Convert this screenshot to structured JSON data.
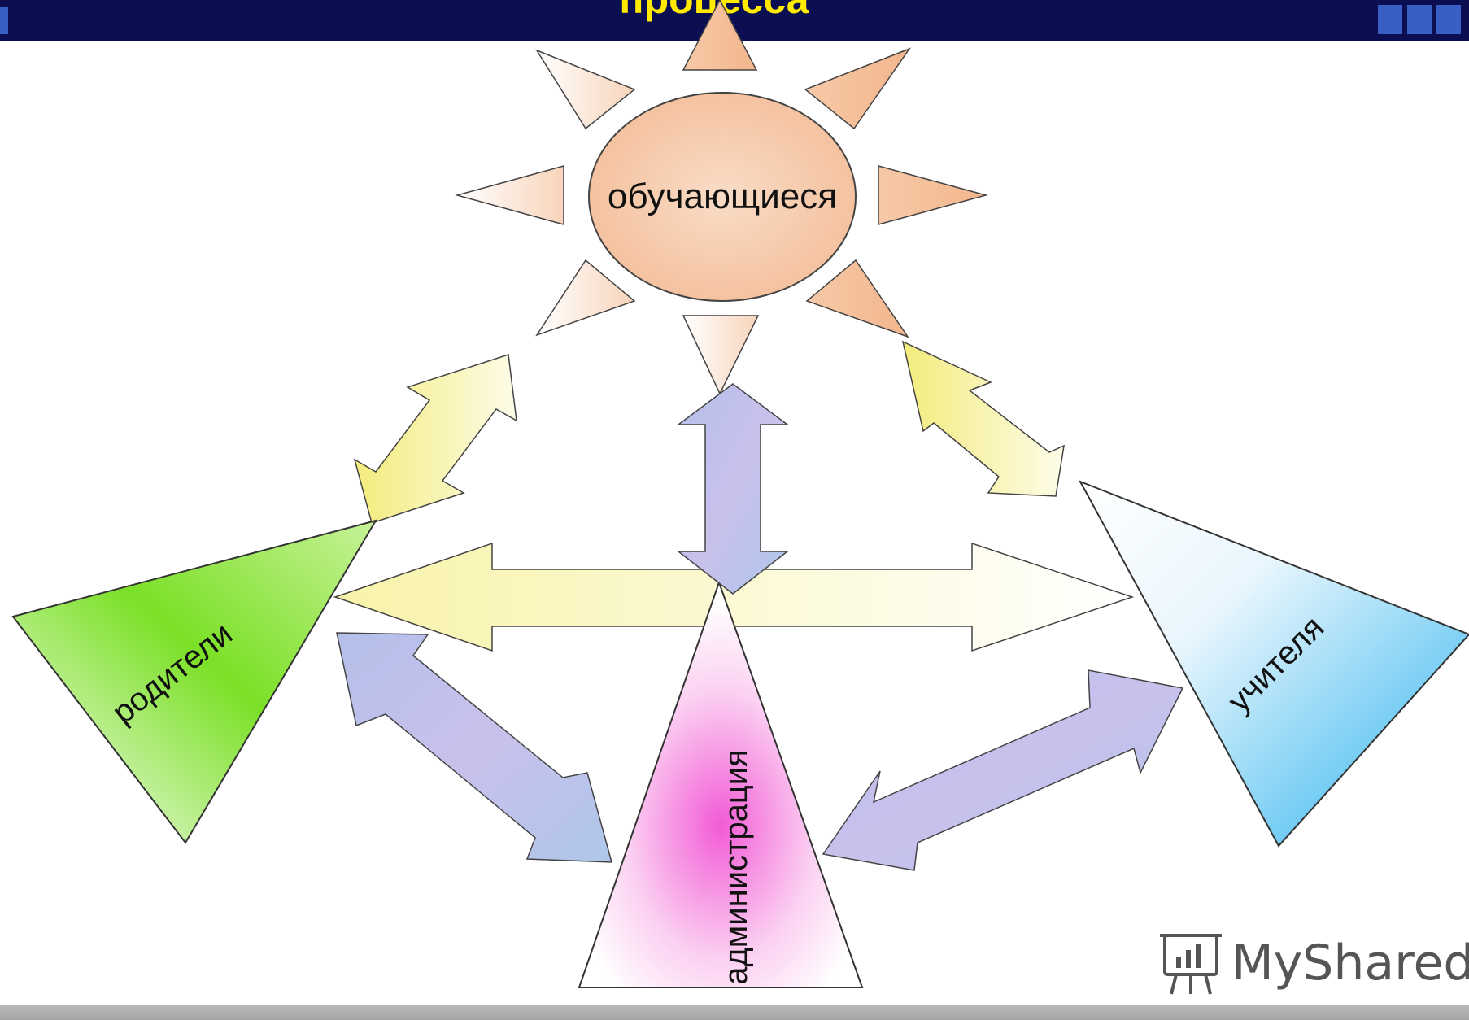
{
  "slide": {
    "title_fragment": "процесса"
  },
  "diagram": {
    "center_node": "обучающиеся",
    "nodes": {
      "parents": "родители",
      "teachers": "учителя",
      "administration": "администрация"
    }
  },
  "watermark": {
    "text": "MyShared"
  },
  "colors": {
    "header_bg": "#0b0f52",
    "title": "#ffea00",
    "sun": "#f6c4a2",
    "parents": "#7be026",
    "teachers": "#34b6ee",
    "administration": "#f26ad6",
    "yellow_arrow": "#f6f088",
    "blue_arrow": "#b9c3ea"
  }
}
